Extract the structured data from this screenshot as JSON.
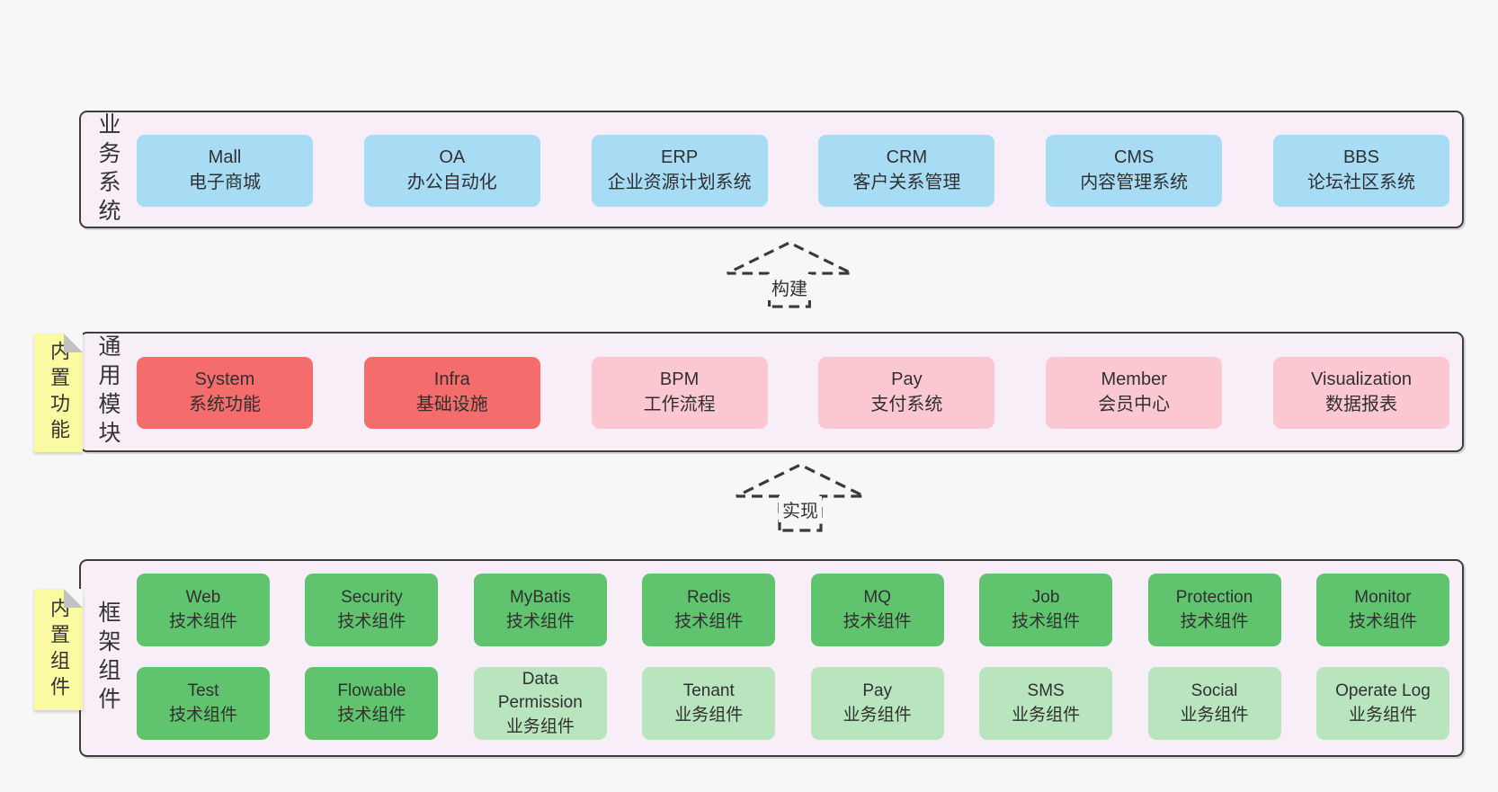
{
  "page": {
    "background": "#f7f7f7"
  },
  "colors": {
    "page_bg": "#f7f7f7",
    "band_bg": "#f8eef7",
    "band_border": "#3d3d3d",
    "blue": "#a8dcf5",
    "red": "#f56c6c",
    "pink": "#fbc8d2",
    "green_dark": "#60c46e",
    "green_light": "#b8e5bd",
    "note_yellow": "#fafaa2",
    "text": "#303030"
  },
  "arrows": [
    {
      "id": "build",
      "label": "构建"
    },
    {
      "id": "implement",
      "label": "实现"
    }
  ],
  "bands": [
    {
      "id": "business-systems",
      "label": "业务系统",
      "note": null,
      "rows": [
        [
          {
            "name": "Mall",
            "desc": "电子商城",
            "variant": "blue"
          },
          {
            "name": "OA",
            "desc": "办公自动化",
            "variant": "blue"
          },
          {
            "name": "ERP",
            "desc": "企业资源计划系统",
            "variant": "blue"
          },
          {
            "name": "CRM",
            "desc": "客户关系管理",
            "variant": "blue"
          },
          {
            "name": "CMS",
            "desc": "内容管理系统",
            "variant": "blue"
          },
          {
            "name": "BBS",
            "desc": "论坛社区系统",
            "variant": "blue"
          }
        ]
      ]
    },
    {
      "id": "common-modules",
      "label": "通用模块",
      "note": "内置功能",
      "rows": [
        [
          {
            "name": "System",
            "desc": "系统功能",
            "variant": "red"
          },
          {
            "name": "Infra",
            "desc": "基础设施",
            "variant": "red"
          },
          {
            "name": "BPM",
            "desc": "工作流程",
            "variant": "pink"
          },
          {
            "name": "Pay",
            "desc": "支付系统",
            "variant": "pink"
          },
          {
            "name": "Member",
            "desc": "会员中心",
            "variant": "pink"
          },
          {
            "name": "Visualization",
            "desc": "数据报表",
            "variant": "pink"
          }
        ]
      ]
    },
    {
      "id": "framework-components",
      "label": "框架组件",
      "note": "内置组件",
      "rows": [
        [
          {
            "name": "Web",
            "desc": "技术组件",
            "variant": "green-dark"
          },
          {
            "name": "Security",
            "desc": "技术组件",
            "variant": "green-dark"
          },
          {
            "name": "MyBatis",
            "desc": "技术组件",
            "variant": "green-dark"
          },
          {
            "name": "Redis",
            "desc": "技术组件",
            "variant": "green-dark"
          },
          {
            "name": "MQ",
            "desc": "技术组件",
            "variant": "green-dark"
          },
          {
            "name": "Job",
            "desc": "技术组件",
            "variant": "green-dark"
          },
          {
            "name": "Protection",
            "desc": "技术组件",
            "variant": "green-dark"
          },
          {
            "name": "Monitor",
            "desc": "技术组件",
            "variant": "green-dark"
          }
        ],
        [
          {
            "name": "Test",
            "desc": "技术组件",
            "variant": "green-dark"
          },
          {
            "name": "Flowable",
            "desc": "技术组件",
            "variant": "green-dark"
          },
          {
            "name": "Data Permission",
            "desc": "业务组件",
            "variant": "green-light"
          },
          {
            "name": "Tenant",
            "desc": "业务组件",
            "variant": "green-light"
          },
          {
            "name": "Pay",
            "desc": "业务组件",
            "variant": "green-light"
          },
          {
            "name": "SMS",
            "desc": "业务组件",
            "variant": "green-light"
          },
          {
            "name": "Social",
            "desc": "业务组件",
            "variant": "green-light"
          },
          {
            "name": "Operate Log",
            "desc": "业务组件",
            "variant": "green-light"
          }
        ]
      ]
    }
  ]
}
